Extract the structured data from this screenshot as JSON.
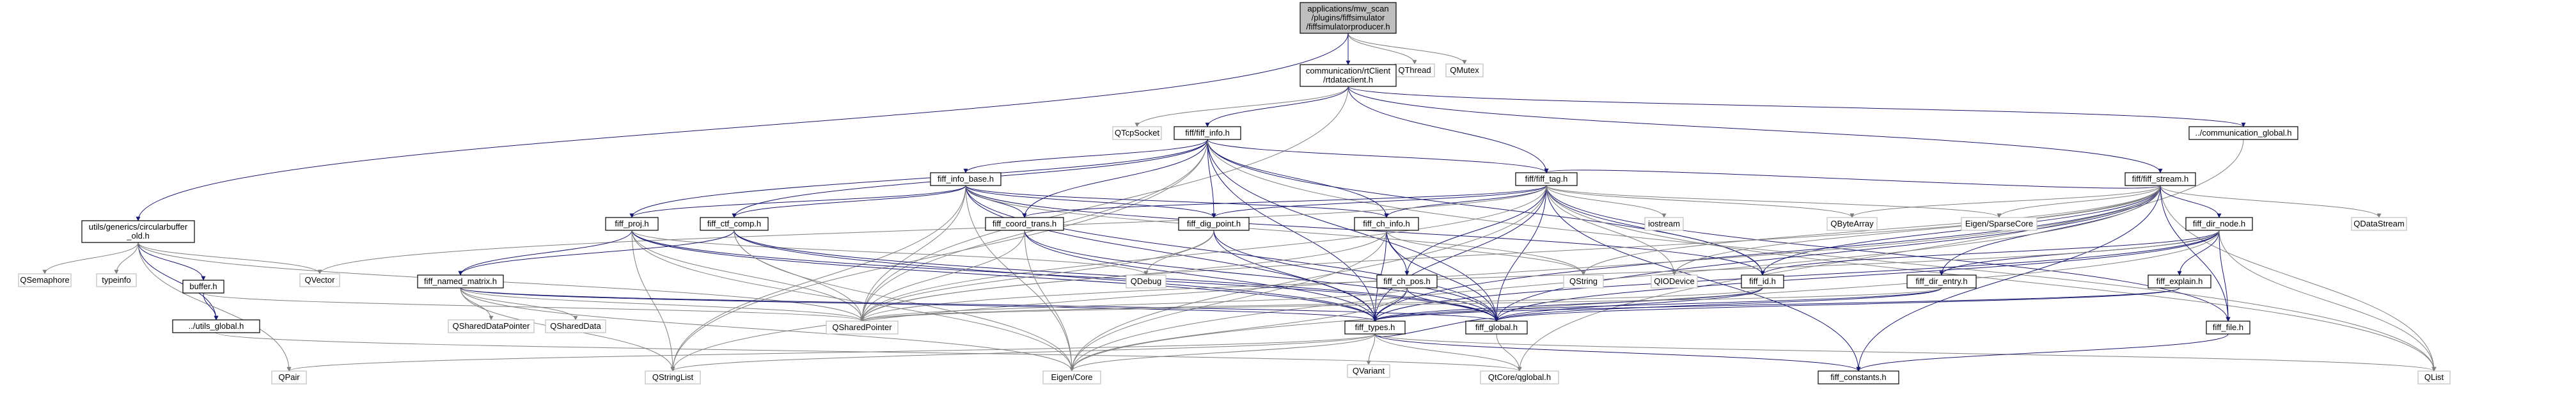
{
  "colors": {
    "node_fill": "#ffffff",
    "node_stroke": "#000000",
    "external_stroke": "#bfbfbf",
    "root_fill": "#bfbfbf",
    "edge_include": "#191970",
    "edge_external": "#7f7f7f"
  },
  "nodes": [
    {
      "id": "root",
      "lines": [
        "applications/mw_scan",
        "/plugins/fiffsimulator",
        "/fiffsimulatorproducer.h"
      ],
      "kind": "root"
    },
    {
      "id": "qthread",
      "lines": [
        "QThread"
      ],
      "kind": "external"
    },
    {
      "id": "qmutex",
      "lines": [
        "QMutex"
      ],
      "kind": "external"
    },
    {
      "id": "rtdataclient",
      "lines": [
        "communication/rtClient",
        "/rtdataclient.h"
      ],
      "kind": "internal"
    },
    {
      "id": "qtcpsocket",
      "lines": [
        "QTcpSocket"
      ],
      "kind": "external"
    },
    {
      "id": "fiff_info",
      "lines": [
        "fiff/fiff_info.h"
      ],
      "kind": "internal"
    },
    {
      "id": "comm_global",
      "lines": [
        "../communication_global.h"
      ],
      "kind": "internal"
    },
    {
      "id": "circbuf",
      "lines": [
        "utils/generics/circularbuffer",
        "_old.h"
      ],
      "kind": "internal"
    },
    {
      "id": "fiff_info_base",
      "lines": [
        "fiff_info_base.h"
      ],
      "kind": "internal"
    },
    {
      "id": "fiff_tag",
      "lines": [
        "fiff/fiff_tag.h"
      ],
      "kind": "internal"
    },
    {
      "id": "fiff_stream",
      "lines": [
        "fiff/fiff_stream.h"
      ],
      "kind": "internal"
    },
    {
      "id": "fiff_proj",
      "lines": [
        "fiff_proj.h"
      ],
      "kind": "internal"
    },
    {
      "id": "fiff_ctf_comp",
      "lines": [
        "fiff_ctf_comp.h"
      ],
      "kind": "internal"
    },
    {
      "id": "fiff_coord_trans",
      "lines": [
        "fiff_coord_trans.h"
      ],
      "kind": "internal"
    },
    {
      "id": "fiff_dig_point",
      "lines": [
        "fiff_dig_point.h"
      ],
      "kind": "internal"
    },
    {
      "id": "fiff_ch_info",
      "lines": [
        "fiff_ch_info.h"
      ],
      "kind": "internal"
    },
    {
      "id": "iostream",
      "lines": [
        "iostream"
      ],
      "kind": "external"
    },
    {
      "id": "qbytearray",
      "lines": [
        "QByteArray"
      ],
      "kind": "external"
    },
    {
      "id": "eigen_sparse",
      "lines": [
        "Eigen/SparseCore"
      ],
      "kind": "external"
    },
    {
      "id": "fiff_dir_node",
      "lines": [
        "fiff_dir_node.h"
      ],
      "kind": "internal"
    },
    {
      "id": "qdatastream",
      "lines": [
        "QDataStream"
      ],
      "kind": "external"
    },
    {
      "id": "qsemaphore",
      "lines": [
        "QSemaphore"
      ],
      "kind": "external"
    },
    {
      "id": "typeinfo",
      "lines": [
        "typeinfo"
      ],
      "kind": "external"
    },
    {
      "id": "buffer",
      "lines": [
        "buffer.h"
      ],
      "kind": "internal"
    },
    {
      "id": "qvector",
      "lines": [
        "QVector"
      ],
      "kind": "external"
    },
    {
      "id": "fiff_named_matrix",
      "lines": [
        "fiff_named_matrix.h"
      ],
      "kind": "internal"
    },
    {
      "id": "qdebug",
      "lines": [
        "QDebug"
      ],
      "kind": "external"
    },
    {
      "id": "fiff_ch_pos",
      "lines": [
        "fiff_ch_pos.h"
      ],
      "kind": "internal"
    },
    {
      "id": "qstring",
      "lines": [
        "QString"
      ],
      "kind": "external"
    },
    {
      "id": "qiodevice",
      "lines": [
        "QIODevice"
      ],
      "kind": "external"
    },
    {
      "id": "fiff_id",
      "lines": [
        "fiff_id.h"
      ],
      "kind": "internal"
    },
    {
      "id": "fiff_dir_entry",
      "lines": [
        "fiff_dir_entry.h"
      ],
      "kind": "internal"
    },
    {
      "id": "fiff_explain",
      "lines": [
        "fiff_explain.h"
      ],
      "kind": "internal"
    },
    {
      "id": "utils_global",
      "lines": [
        "../utils_global.h"
      ],
      "kind": "internal"
    },
    {
      "id": "qshareddatapointer",
      "lines": [
        "QSharedDataPointer"
      ],
      "kind": "external"
    },
    {
      "id": "qshareddata",
      "lines": [
        "QSharedData"
      ],
      "kind": "external"
    },
    {
      "id": "qsharedpointer",
      "lines": [
        "QSharedPointer"
      ],
      "kind": "external"
    },
    {
      "id": "fiff_types",
      "lines": [
        "fiff_types.h"
      ],
      "kind": "internal"
    },
    {
      "id": "fiff_global",
      "lines": [
        "fiff_global.h"
      ],
      "kind": "internal"
    },
    {
      "id": "fiff_file",
      "lines": [
        "fiff_file.h"
      ],
      "kind": "internal"
    },
    {
      "id": "qpair",
      "lines": [
        "QPair"
      ],
      "kind": "external"
    },
    {
      "id": "qstringlist",
      "lines": [
        "QStringList"
      ],
      "kind": "external"
    },
    {
      "id": "eigen_core",
      "lines": [
        "Eigen/Core"
      ],
      "kind": "external"
    },
    {
      "id": "qvariant",
      "lines": [
        "QVariant"
      ],
      "kind": "external"
    },
    {
      "id": "qtcoreglobal",
      "lines": [
        "QtCore/qglobal.h"
      ],
      "kind": "external"
    },
    {
      "id": "fiff_constants",
      "lines": [
        "fiff_constants.h"
      ],
      "kind": "internal"
    },
    {
      "id": "qlist",
      "lines": [
        "QList"
      ],
      "kind": "external"
    }
  ],
  "edges": [
    [
      "root",
      "qthread"
    ],
    [
      "root",
      "qmutex"
    ],
    [
      "root",
      "rtdataclient"
    ],
    [
      "root",
      "circbuf"
    ],
    [
      "rtdataclient",
      "qtcpsocket"
    ],
    [
      "rtdataclient",
      "fiff_info"
    ],
    [
      "rtdataclient",
      "comm_global"
    ],
    [
      "rtdataclient",
      "fiff_tag"
    ],
    [
      "rtdataclient",
      "fiff_stream"
    ],
    [
      "rtdataclient",
      "qsharedpointer"
    ],
    [
      "fiff_info",
      "fiff_info_base"
    ],
    [
      "fiff_info",
      "fiff_proj"
    ],
    [
      "fiff_info",
      "fiff_ctf_comp"
    ],
    [
      "fiff_info",
      "fiff_coord_trans"
    ],
    [
      "fiff_info",
      "fiff_dig_point"
    ],
    [
      "fiff_info",
      "fiff_ch_info"
    ],
    [
      "fiff_info",
      "fiff_id"
    ],
    [
      "fiff_info",
      "fiff_types"
    ],
    [
      "fiff_info",
      "fiff_global"
    ],
    [
      "fiff_info",
      "qsharedpointer"
    ],
    [
      "fiff_info",
      "qstringlist"
    ],
    [
      "fiff_info",
      "qlist"
    ],
    [
      "fiff_info",
      "fiff_tag"
    ],
    [
      "comm_global",
      "qtcoreglobal"
    ],
    [
      "circbuf",
      "qsemaphore"
    ],
    [
      "circbuf",
      "typeinfo"
    ],
    [
      "circbuf",
      "buffer"
    ],
    [
      "circbuf",
      "qvector"
    ],
    [
      "circbuf",
      "utils_global"
    ],
    [
      "circbuf",
      "qpair"
    ],
    [
      "circbuf",
      "qsharedpointer"
    ],
    [
      "fiff_info_base",
      "fiff_proj"
    ],
    [
      "fiff_info_base",
      "fiff_ctf_comp"
    ],
    [
      "fiff_info_base",
      "fiff_coord_trans"
    ],
    [
      "fiff_info_base",
      "fiff_dig_point"
    ],
    [
      "fiff_info_base",
      "fiff_ch_info"
    ],
    [
      "fiff_info_base",
      "fiff_id"
    ],
    [
      "fiff_info_base",
      "fiff_types"
    ],
    [
      "fiff_info_base",
      "fiff_global"
    ],
    [
      "fiff_info_base",
      "qsharedpointer"
    ],
    [
      "fiff_info_base",
      "qstringlist"
    ],
    [
      "fiff_info_base",
      "eigen_core"
    ],
    [
      "fiff_info_base",
      "qstring"
    ],
    [
      "fiff_tag",
      "fiff_coord_trans"
    ],
    [
      "fiff_tag",
      "fiff_dig_point"
    ],
    [
      "fiff_tag",
      "fiff_ch_info"
    ],
    [
      "fiff_tag",
      "fiff_ch_pos"
    ],
    [
      "fiff_tag",
      "fiff_id"
    ],
    [
      "fiff_tag",
      "fiff_types"
    ],
    [
      "fiff_tag",
      "fiff_global"
    ],
    [
      "fiff_tag",
      "fiff_file"
    ],
    [
      "fiff_tag",
      "fiff_constants"
    ],
    [
      "fiff_tag",
      "iostream"
    ],
    [
      "fiff_tag",
      "qbytearray"
    ],
    [
      "fiff_tag",
      "eigen_sparse"
    ],
    [
      "fiff_tag",
      "qiodevice"
    ],
    [
      "fiff_tag",
      "qsharedpointer"
    ],
    [
      "fiff_tag",
      "qvector"
    ],
    [
      "fiff_tag",
      "eigen_core"
    ],
    [
      "fiff_tag",
      "qlist"
    ],
    [
      "fiff_stream",
      "fiff_tag"
    ],
    [
      "fiff_stream",
      "fiff_dir_node"
    ],
    [
      "fiff_stream",
      "fiff_dir_entry"
    ],
    [
      "fiff_stream",
      "fiff_id"
    ],
    [
      "fiff_stream",
      "fiff_types"
    ],
    [
      "fiff_stream",
      "fiff_global"
    ],
    [
      "fiff_stream",
      "fiff_constants"
    ],
    [
      "fiff_stream",
      "qdatastream"
    ],
    [
      "fiff_stream",
      "qbytearray"
    ],
    [
      "fiff_stream",
      "eigen_sparse"
    ],
    [
      "fiff_stream",
      "qiodevice"
    ],
    [
      "fiff_stream",
      "qsharedpointer"
    ],
    [
      "fiff_stream",
      "qstringlist"
    ],
    [
      "fiff_stream",
      "eigen_core"
    ],
    [
      "fiff_stream",
      "qlist"
    ],
    [
      "fiff_stream",
      "fiff_file"
    ],
    [
      "fiff_stream",
      "qstring"
    ],
    [
      "fiff_proj",
      "fiff_named_matrix"
    ],
    [
      "fiff_proj",
      "fiff_types"
    ],
    [
      "fiff_proj",
      "fiff_global"
    ],
    [
      "fiff_proj",
      "qsharedpointer"
    ],
    [
      "fiff_proj",
      "qstringlist"
    ],
    [
      "fiff_proj",
      "qdebug"
    ],
    [
      "fiff_proj",
      "eigen_core"
    ],
    [
      "fiff_ctf_comp",
      "fiff_named_matrix"
    ],
    [
      "fiff_ctf_comp",
      "fiff_types"
    ],
    [
      "fiff_ctf_comp",
      "fiff_global"
    ],
    [
      "fiff_ctf_comp",
      "qsharedpointer"
    ],
    [
      "fiff_ctf_comp",
      "eigen_core"
    ],
    [
      "fiff_coord_trans",
      "fiff_types"
    ],
    [
      "fiff_coord_trans",
      "fiff_global"
    ],
    [
      "fiff_coord_trans",
      "qsharedpointer"
    ],
    [
      "fiff_coord_trans",
      "eigen_core"
    ],
    [
      "fiff_dig_point",
      "fiff_types"
    ],
    [
      "fiff_dig_point",
      "fiff_global"
    ],
    [
      "fiff_dig_point",
      "qsharedpointer"
    ],
    [
      "fiff_dig_point",
      "qdebug"
    ],
    [
      "fiff_ch_info",
      "fiff_ch_pos"
    ],
    [
      "fiff_ch_info",
      "fiff_types"
    ],
    [
      "fiff_ch_info",
      "fiff_global"
    ],
    [
      "fiff_ch_info",
      "qsharedpointer"
    ],
    [
      "fiff_ch_info",
      "eigen_core"
    ],
    [
      "fiff_ch_info",
      "qstring"
    ],
    [
      "fiff_dir_node",
      "fiff_dir_entry"
    ],
    [
      "fiff_dir_node",
      "fiff_id"
    ],
    [
      "fiff_dir_node",
      "fiff_explain"
    ],
    [
      "fiff_dir_node",
      "fiff_types"
    ],
    [
      "fiff_dir_node",
      "fiff_global"
    ],
    [
      "fiff_dir_node",
      "fiff_file"
    ],
    [
      "fiff_dir_node",
      "qsharedpointer"
    ],
    [
      "fiff_dir_node",
      "qlist"
    ],
    [
      "fiff_dir_node",
      "eigen_core"
    ],
    [
      "buffer",
      "utils_global"
    ],
    [
      "buffer",
      "qsharedpointer"
    ],
    [
      "fiff_named_matrix",
      "qshareddatapointer"
    ],
    [
      "fiff_named_matrix",
      "qshareddata"
    ],
    [
      "fiff_named_matrix",
      "qsharedpointer"
    ],
    [
      "fiff_named_matrix",
      "qstringlist"
    ],
    [
      "fiff_named_matrix",
      "fiff_types"
    ],
    [
      "fiff_named_matrix",
      "fiff_global"
    ],
    [
      "fiff_named_matrix",
      "eigen_core"
    ],
    [
      "fiff_ch_pos",
      "fiff_types"
    ],
    [
      "fiff_ch_pos",
      "fiff_global"
    ],
    [
      "fiff_ch_pos",
      "qsharedpointer"
    ],
    [
      "fiff_ch_pos",
      "eigen_core"
    ],
    [
      "fiff_id",
      "fiff_types"
    ],
    [
      "fiff_id",
      "fiff_global"
    ],
    [
      "fiff_id",
      "qsharedpointer"
    ],
    [
      "fiff_dir_entry",
      "fiff_types"
    ],
    [
      "fiff_dir_entry",
      "fiff_global"
    ],
    [
      "fiff_dir_entry",
      "qsharedpointer"
    ],
    [
      "fiff_explain",
      "fiff_types"
    ],
    [
      "fiff_explain",
      "fiff_global"
    ],
    [
      "utils_global",
      "qtcoreglobal"
    ],
    [
      "fiff_types",
      "fiff_global"
    ],
    [
      "fiff_types",
      "fiff_constants"
    ],
    [
      "fiff_types",
      "eigen_core"
    ],
    [
      "fiff_types",
      "qvariant"
    ],
    [
      "fiff_types",
      "qpair"
    ],
    [
      "fiff_types",
      "qstringlist"
    ],
    [
      "fiff_types",
      "qlist"
    ],
    [
      "fiff_types",
      "qtcoreglobal"
    ],
    [
      "fiff_global",
      "qtcoreglobal"
    ],
    [
      "fiff_file",
      "fiff_constants"
    ]
  ]
}
